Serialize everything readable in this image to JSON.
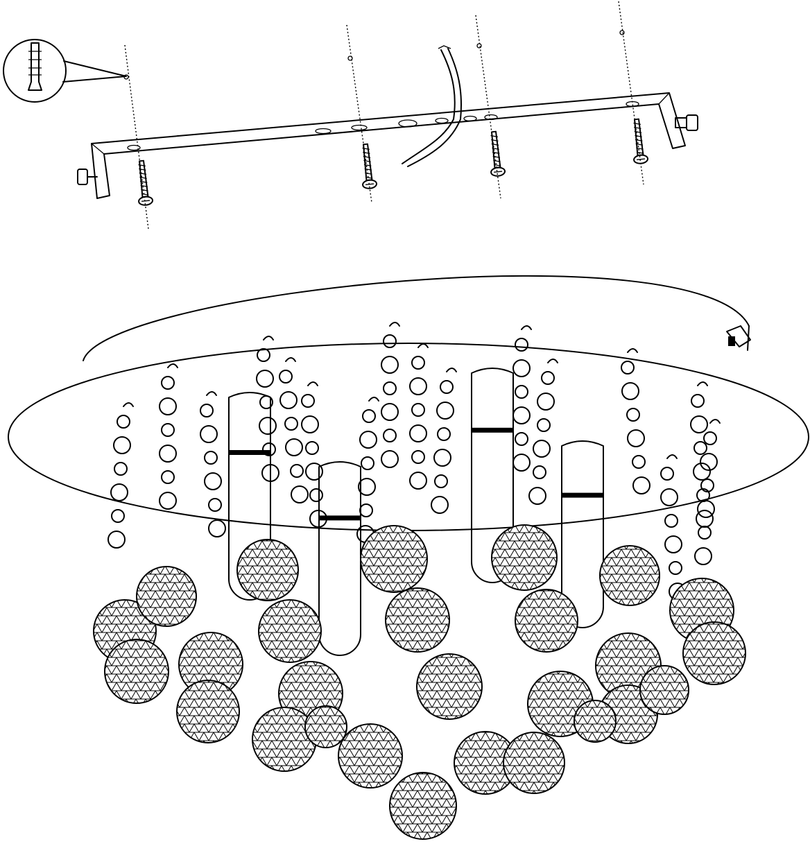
{
  "diagram": {
    "type": "assembly-illustration",
    "colors": {
      "line": "#000000",
      "background": "#ffffff",
      "light_fill": "#f4f4f4"
    },
    "components": {
      "detail_callout": {
        "icon": "wall-plug-icon"
      },
      "mounting_bracket": {
        "icon": "bracket-icon"
      },
      "screws": {
        "count": 4,
        "icon": "screw-icon"
      },
      "anchor_holes": {
        "count": 4
      },
      "supply_cable": {
        "icon": "cable-icon"
      },
      "canopy": {
        "icon": "canopy-icon"
      },
      "lamp_holders": {
        "count": 4,
        "icon": "lamp-holder-icon"
      },
      "crystal_strands": {
        "icon": "crystal-icon"
      }
    }
  }
}
